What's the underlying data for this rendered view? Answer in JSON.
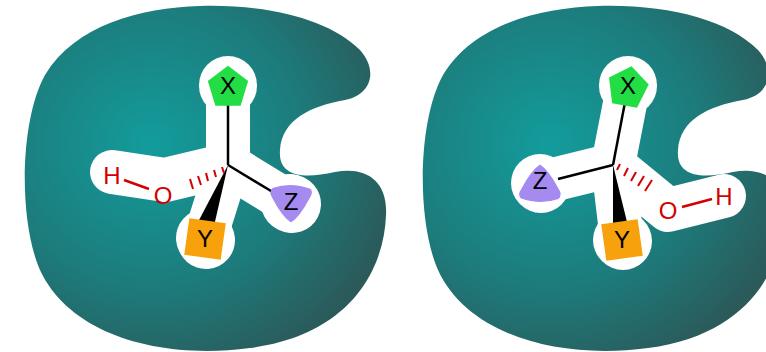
{
  "diagram": {
    "nodes": [
      {
        "text": [
          "X"
        ]
      },
      {
        "text": [
          "Z"
        ]
      },
      {
        "text": [
          "Y"
        ]
      },
      {
        "text": [
          "X"
        ]
      },
      {
        "text": [
          "Z"
        ]
      },
      {
        "text": [
          "Y"
        ]
      }
    ],
    "labels": [
      "H",
      "O",
      "H",
      "O"
    ]
  }
}
